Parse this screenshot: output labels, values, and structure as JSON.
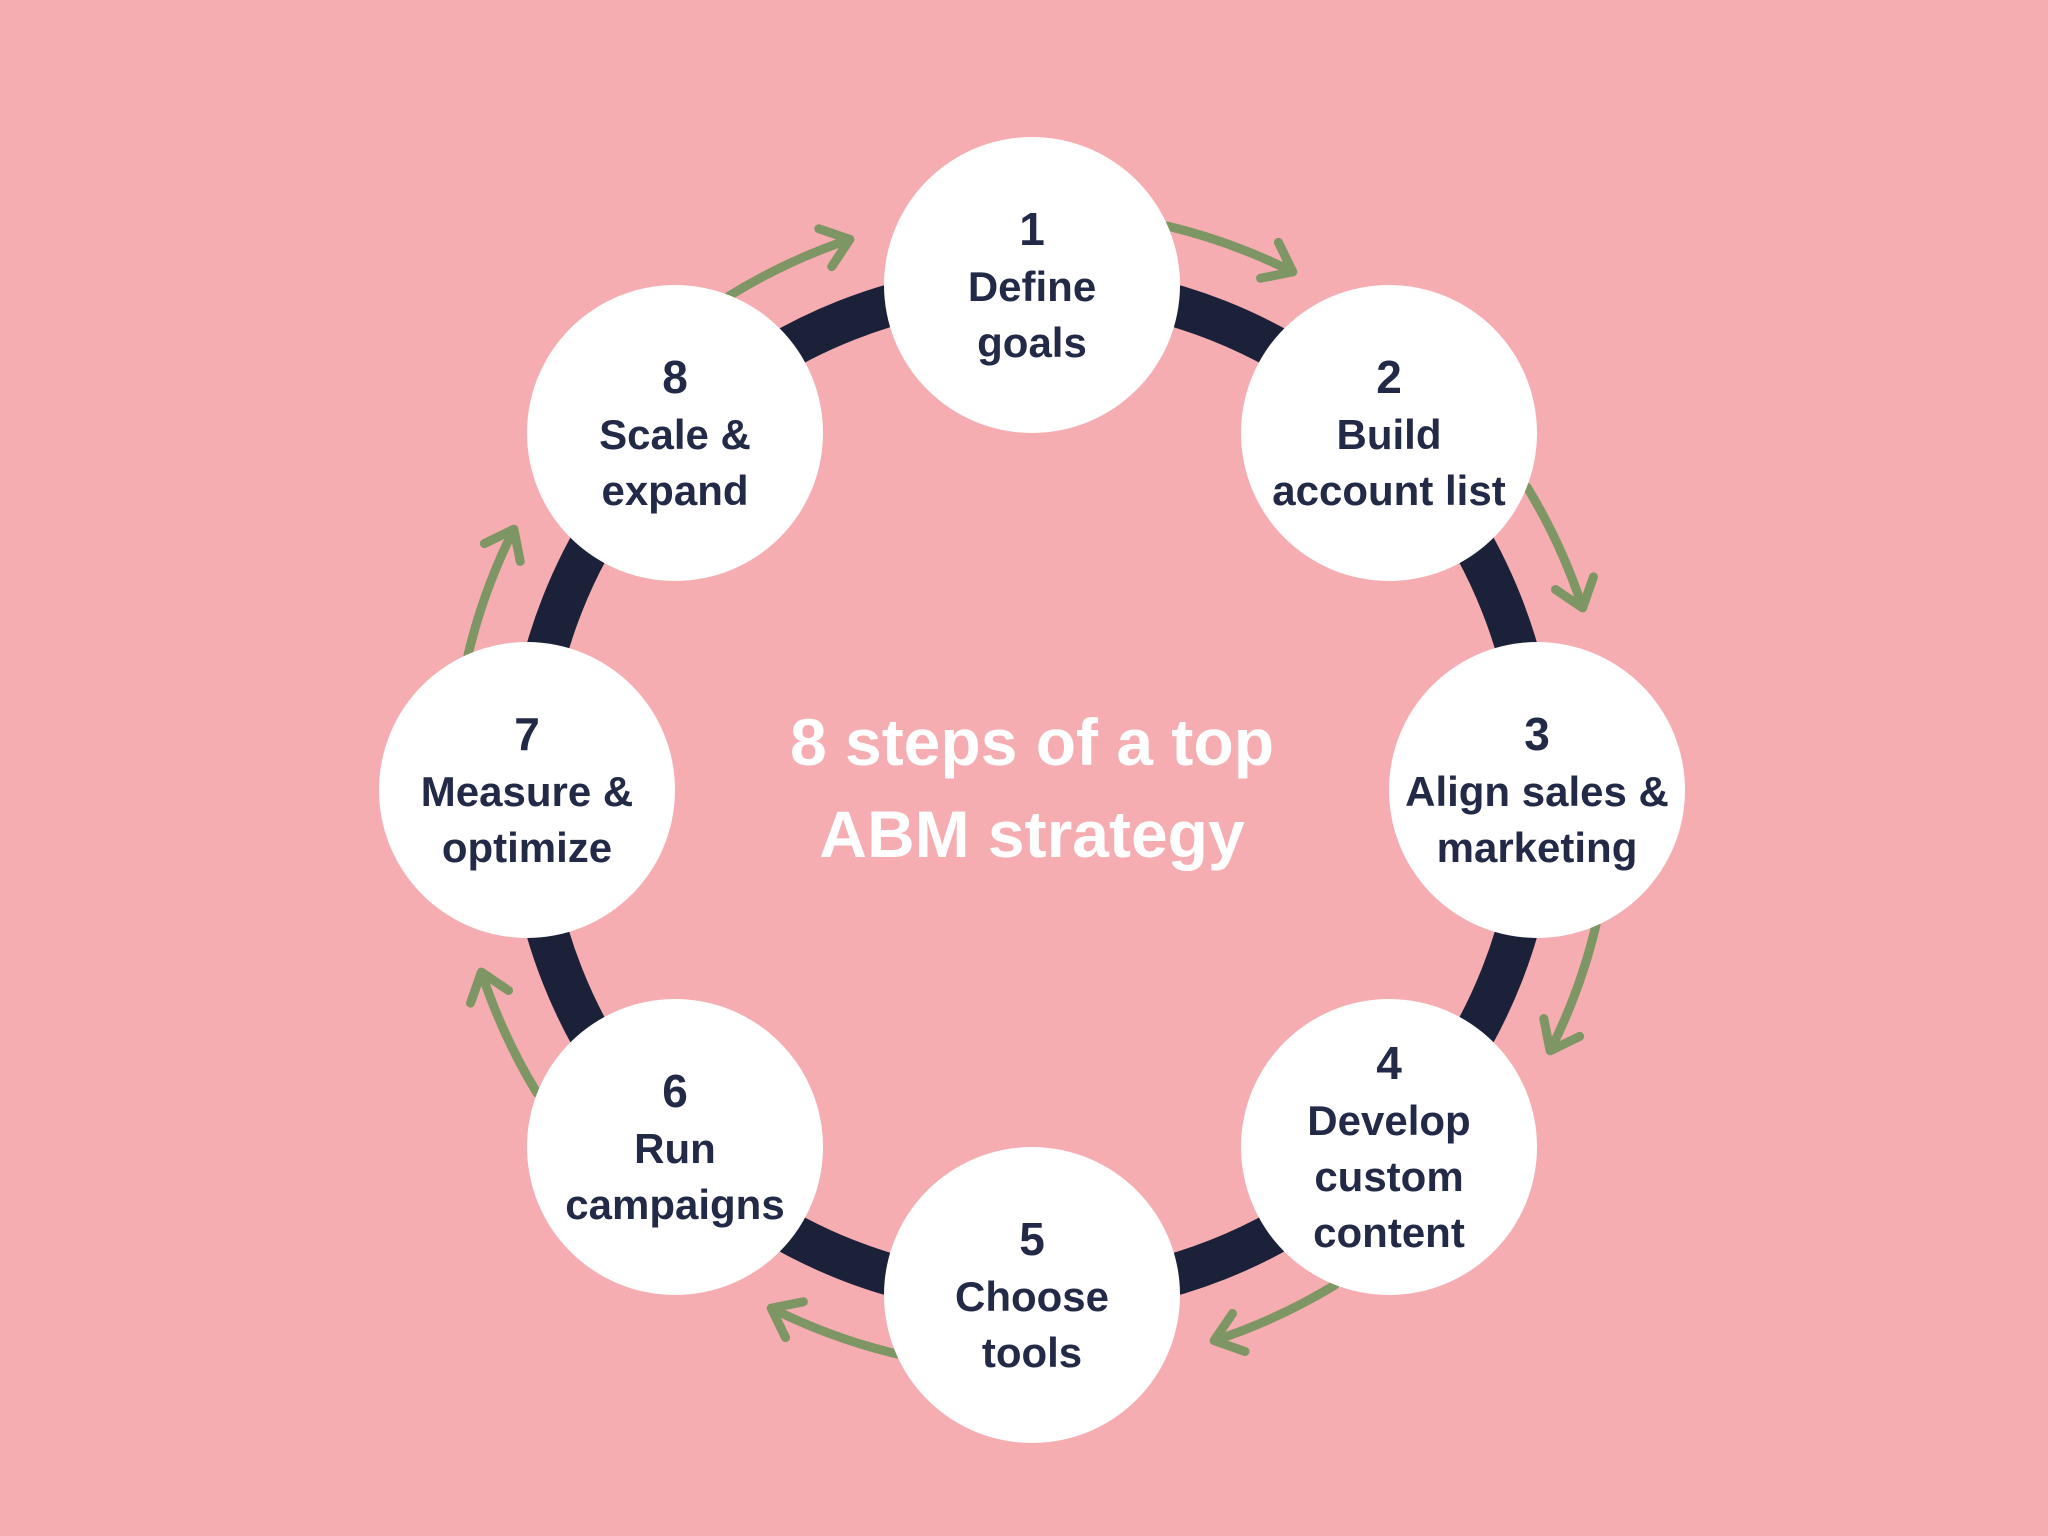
{
  "title": {
    "line1": "8 steps of a top",
    "line2": "ABM strategy"
  },
  "steps": [
    {
      "number": "1",
      "lines": [
        "Define",
        "goals"
      ]
    },
    {
      "number": "2",
      "lines": [
        "Build",
        "account list"
      ]
    },
    {
      "number": "3",
      "lines": [
        "Align sales &",
        "marketing"
      ]
    },
    {
      "number": "4",
      "lines": [
        "Develop",
        "custom",
        "content"
      ]
    },
    {
      "number": "5",
      "lines": [
        "Choose",
        "tools"
      ]
    },
    {
      "number": "6",
      "lines": [
        "Run",
        "campaigns"
      ]
    },
    {
      "number": "7",
      "lines": [
        "Measure &",
        "optimize"
      ]
    },
    {
      "number": "8",
      "lines": [
        "Scale &",
        "expand"
      ]
    }
  ],
  "icons": {
    "flow_arrow": "curved-clockwise-arrow"
  },
  "colors": {
    "background": "#F5ADB1",
    "ring": "#1B2138",
    "circle_fill": "#FFFFFF",
    "step_text": "#232A47",
    "arrow": "#7D9663",
    "title_text": "#FFFFFF"
  }
}
